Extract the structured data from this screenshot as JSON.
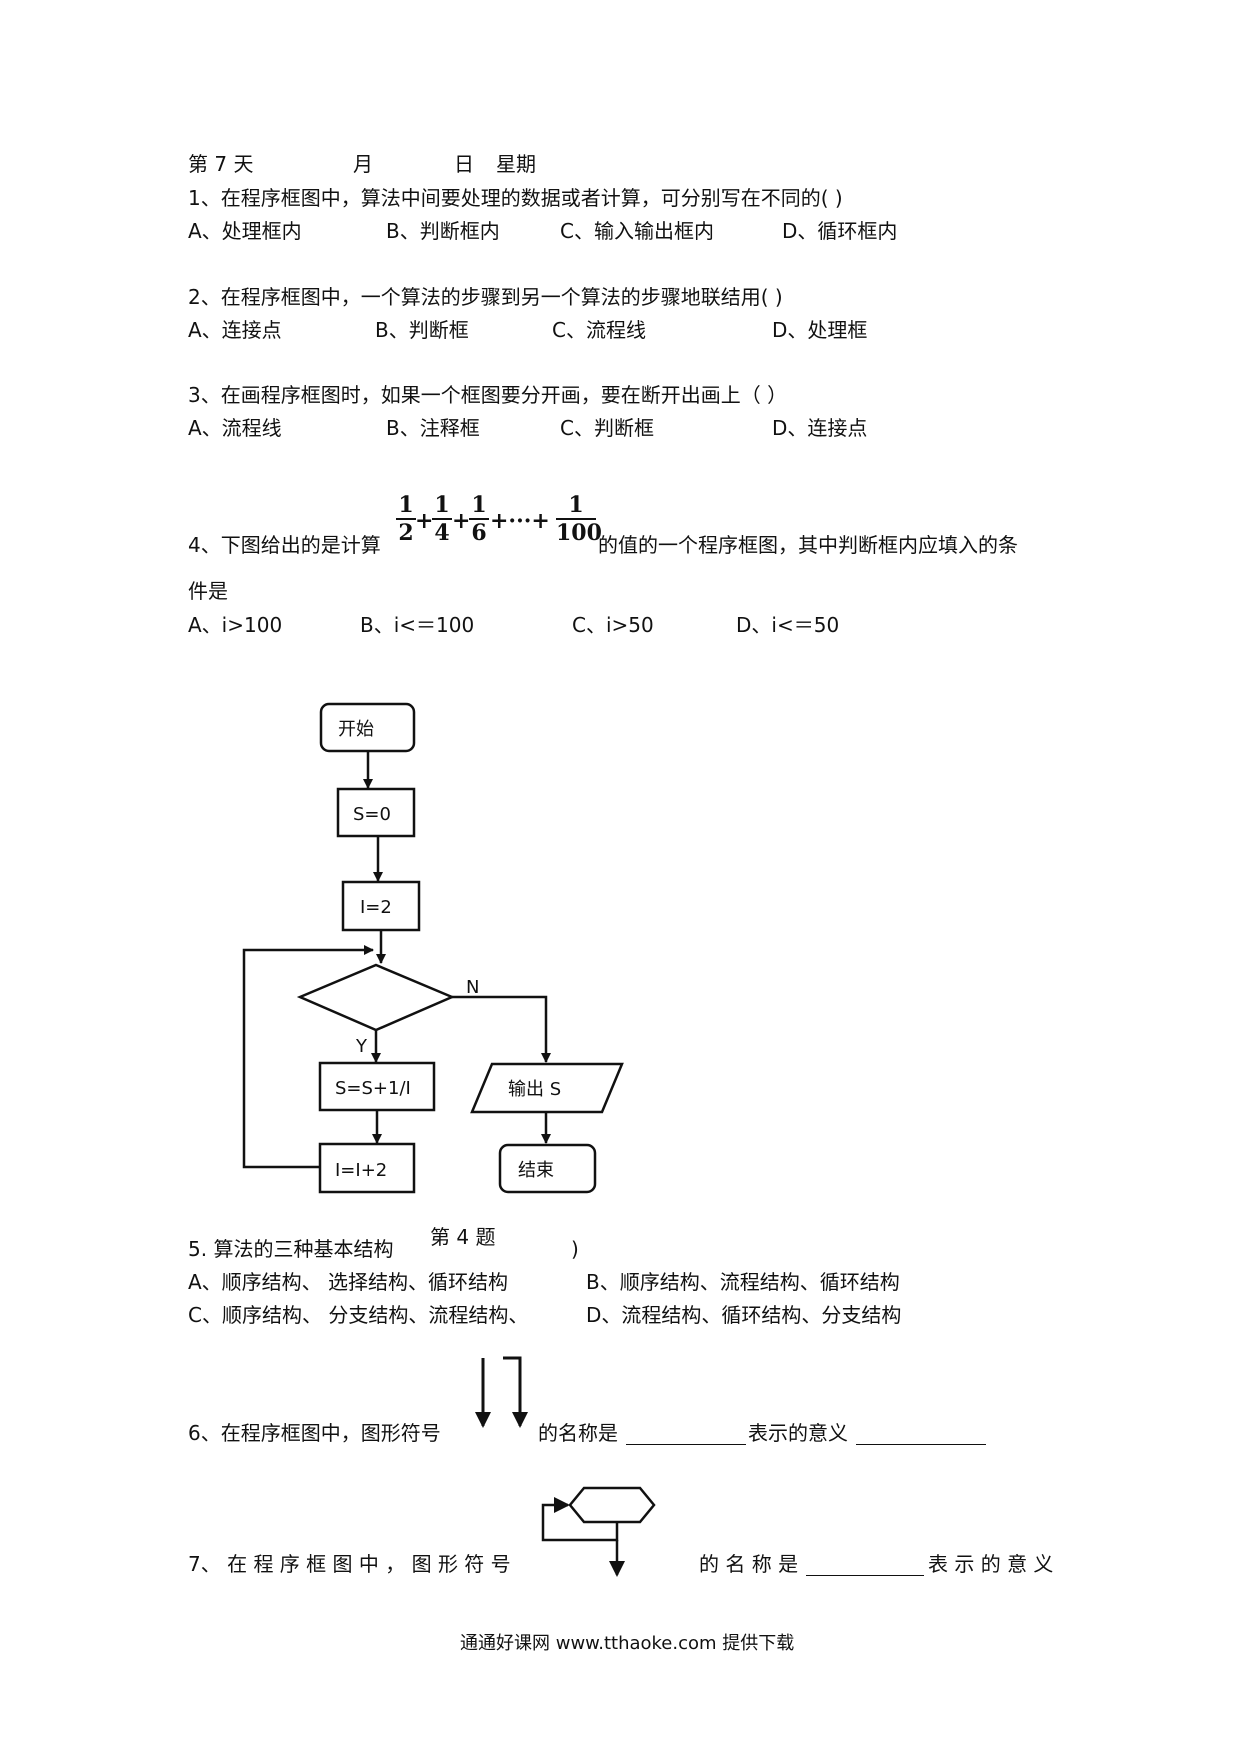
{
  "header": {
    "day": "第 7 天",
    "month": "月",
    "date": "日",
    "weekday": "星期"
  },
  "q1": {
    "stem": "1、在程序框图中，算法中间要处理的数据或者计算，可分别写在不同的(    )",
    "options": [
      "A、处理框内",
      "B、判断框内",
      "C、输入输出框内",
      "D、循环框内"
    ]
  },
  "q2": {
    "stem": "2、在程序框图中，一个算法的步骤到另一个算法的步骤地联结用( )",
    "options": [
      "A、连接点",
      "B、判断框",
      "C、流程线",
      "D、处理框"
    ]
  },
  "q3": {
    "stem": "3、在画程序框图时，如果一个框图要分开画，要在断开出画上（   ）",
    "options": [
      "A、流程线",
      "B、注释框",
      "C、判断框",
      "D、连接点"
    ]
  },
  "q4": {
    "stem_before": "4、下图给出的是计算",
    "stem_after": "的值的一个程序框图，其中判断框内应填入的条",
    "stem_line2": "件是",
    "formula": {
      "f1_num": "1",
      "f1_den": "2",
      "f2_num": "1",
      "f2_den": "4",
      "f3_num": "1",
      "f3_den": "6",
      "f4_num": "1",
      "f4_den": "100",
      "plus": "+",
      "ellipsis": "+···+"
    },
    "options": [
      "A、i>100",
      "B、i<＝100",
      "C、i>50",
      "D、i<＝50"
    ]
  },
  "flowchart": {
    "start": "开始",
    "s_init": "S=0",
    "i_init": "I=2",
    "yes": "Y",
    "no": "N",
    "update_s": "S=S+1/I",
    "update_i": "I=I+2",
    "output": "输出 S",
    "end": "结束",
    "caption": "第 4 题"
  },
  "q5": {
    "stem": "5. 算法的三种基本结构",
    "close": ")",
    "options": [
      "A、顺序结构、  选择结构、循环结构",
      "B、顺序结构、流程结构、循环结构",
      "C、顺序结构、  分支结构、流程结构、",
      "D、流程结构、循环结构、分支结构"
    ]
  },
  "q6": {
    "stem": "6、在程序框图中，图形符号",
    "name_label": "的名称是",
    "meaning_label": "表示的意义"
  },
  "q7": {
    "stem": "7、 在 程 序 框 图 中 ， 图 形 符 号",
    "name_label": "的 名 称 是",
    "meaning_label": "表 示 的 意 义"
  },
  "footer": "通通好课网  www.tthaoke.com  提供下载"
}
